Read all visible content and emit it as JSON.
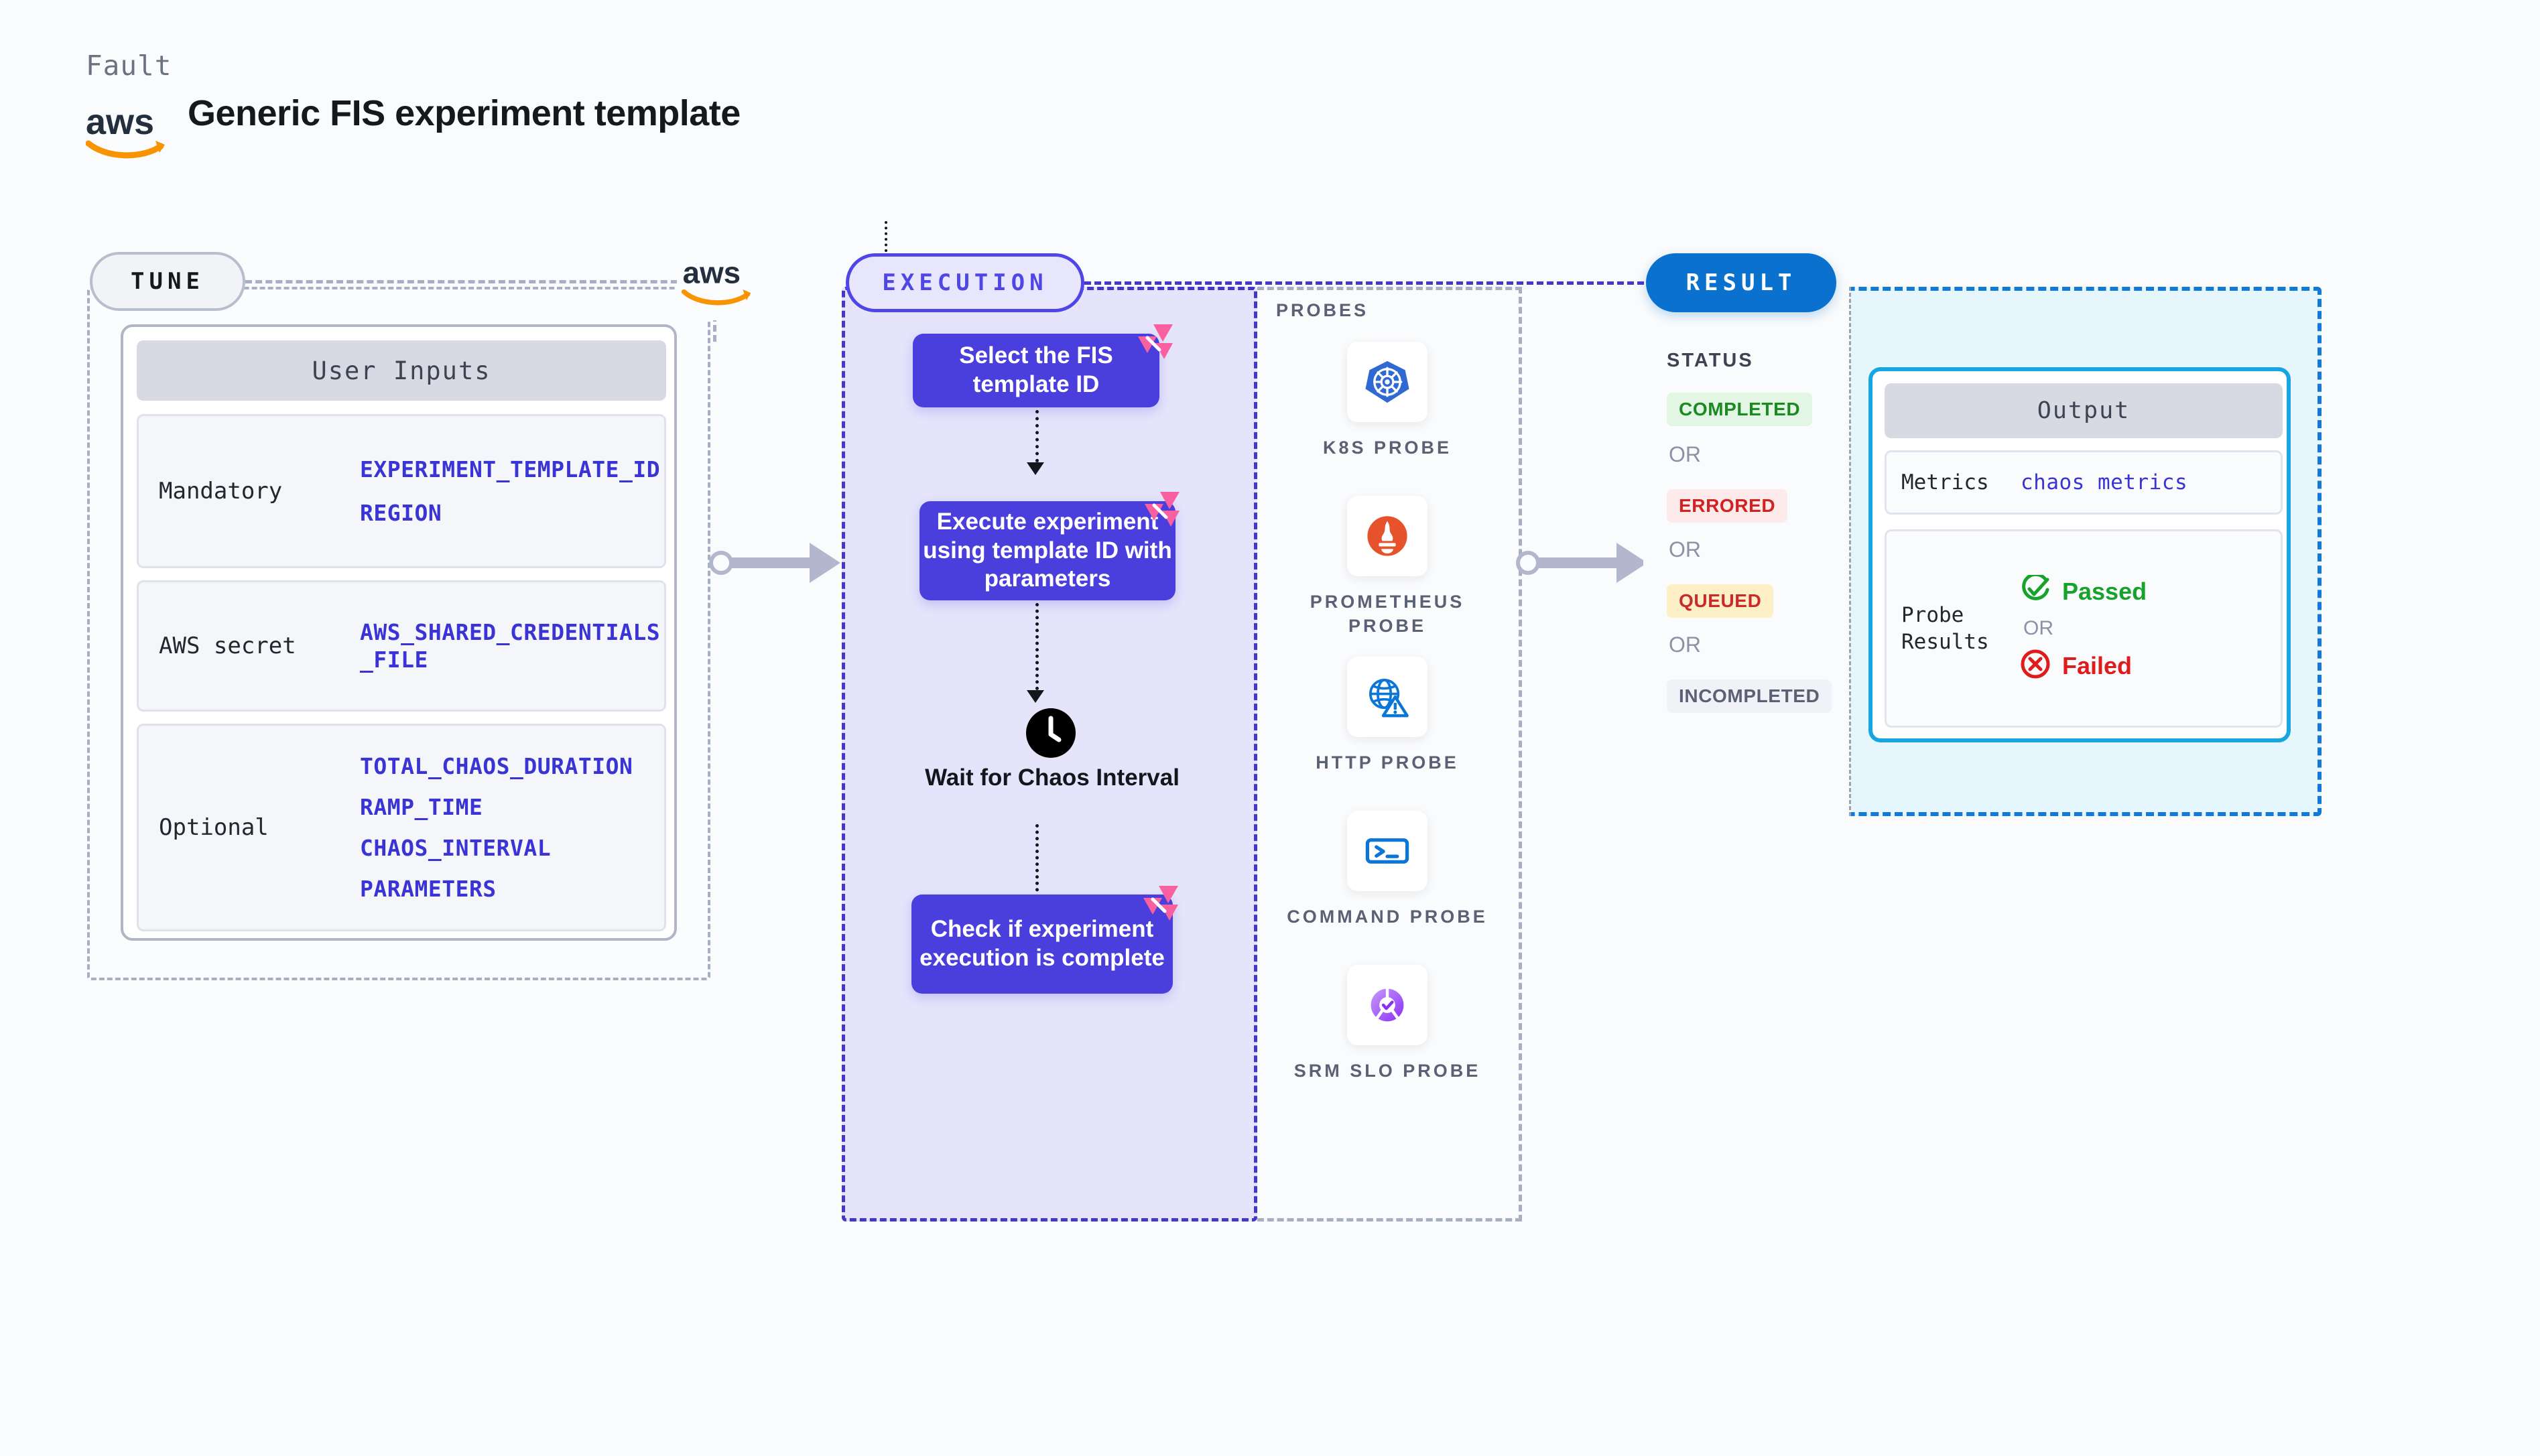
{
  "header": {
    "eyebrow": "Fault",
    "title": "Generic FIS experiment template",
    "logo_icon": "aws-logo-icon"
  },
  "tune": {
    "badge": "TUNE",
    "aws_icon": "aws-logo-icon",
    "card": {
      "title": "User Inputs",
      "rows": [
        {
          "label": "Mandatory",
          "values": [
            "EXPERIMENT_TEMPLATE_ID",
            "REGION"
          ]
        },
        {
          "label": "AWS secret",
          "values": [
            "AWS_SHARED_CREDENTIALS",
            "_FILE"
          ]
        },
        {
          "label": "Optional",
          "values": [
            "TOTAL_CHAOS_DURATION",
            "RAMP_TIME",
            "CHAOS_INTERVAL",
            "PARAMETERS"
          ]
        }
      ]
    }
  },
  "execution": {
    "badge": "EXECUTION",
    "steps": [
      {
        "text": "Select the FIS template ID",
        "icon": "litmus-chaos-icon"
      },
      {
        "text": "Execute experiment using template ID with parameters",
        "icon": "litmus-chaos-icon"
      },
      {
        "text": "Check if experiment execution is complete",
        "icon": "litmus-chaos-icon"
      }
    ],
    "wait": {
      "icon": "clock-icon",
      "label": "Wait for Chaos Interval"
    }
  },
  "probes": {
    "title": "PROBES",
    "items": [
      {
        "label": "K8S PROBE",
        "icon": "kubernetes-icon"
      },
      {
        "label": "PROMETHEUS PROBE",
        "icon": "prometheus-icon"
      },
      {
        "label": "HTTP PROBE",
        "icon": "http-globe-warning-icon"
      },
      {
        "label": "COMMAND PROBE",
        "icon": "terminal-icon"
      },
      {
        "label": "SRM SLO PROBE",
        "icon": "srm-slo-icon"
      }
    ]
  },
  "result": {
    "badge": "RESULT",
    "status_title": "STATUS",
    "or_label": "OR",
    "statuses": [
      {
        "label": "COMPLETED",
        "bg": "#e2f6e3",
        "fg": "#1b8a22"
      },
      {
        "label": "ERRORED",
        "bg": "#fdeaea",
        "fg": "#d32020"
      },
      {
        "label": "QUEUED",
        "bg": "#fdf0c7",
        "fg": "#c92a2a"
      },
      {
        "label": "INCOMPLETED",
        "bg": "#f1f2f7",
        "fg": "#5b6175"
      }
    ],
    "output": {
      "title": "Output",
      "metrics_label": "Metrics",
      "metrics_value": "chaos metrics",
      "probe_label": "Probe Results",
      "passed": "Passed",
      "failed": "Failed",
      "or_label": "OR",
      "passed_icon": "check-circle-icon",
      "failed_icon": "x-circle-icon"
    }
  },
  "colors": {
    "tune_border": "#a9afc2",
    "execution_border": "#4338ca",
    "execution_fill": "#e5e4fb",
    "result_border": "#1479d4",
    "result_fill": "#e5f6fd",
    "step_fill": "#4a3fdd",
    "litmus_pink": "#f9609f",
    "accent_blue": "#3a34d6",
    "output_border": "#17a6e0",
    "aws_orange": "#f79400"
  }
}
